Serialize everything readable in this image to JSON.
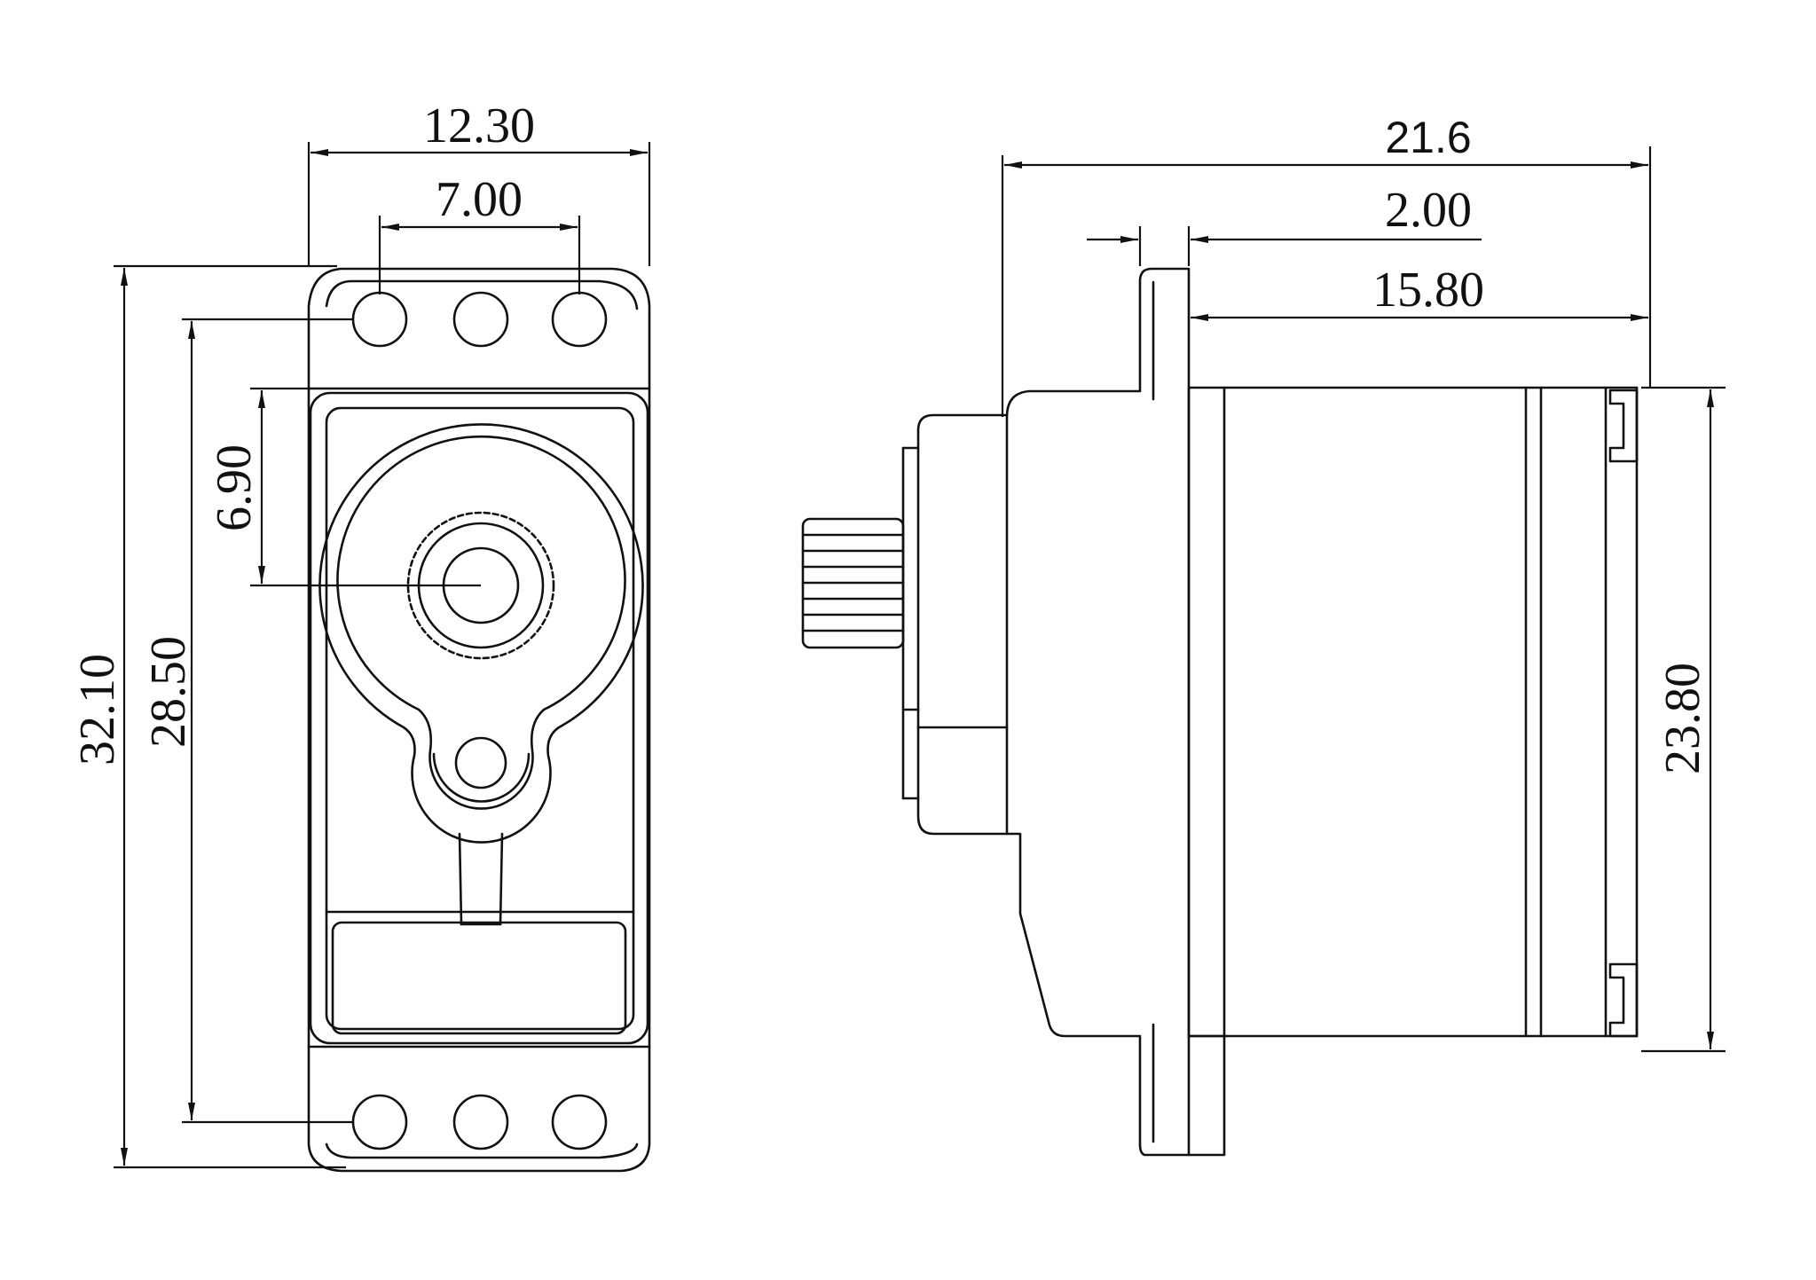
{
  "front_view": {
    "width_overall": "12.30",
    "hole_spacing": "7.00",
    "shaft_offset": "6.90",
    "height_overall": "32.10",
    "hole_to_hole_height": "28.50"
  },
  "side_view": {
    "length_overall": "21.6",
    "flange_thickness": "2.00",
    "body_length": "15.80",
    "body_height": "23.80"
  }
}
